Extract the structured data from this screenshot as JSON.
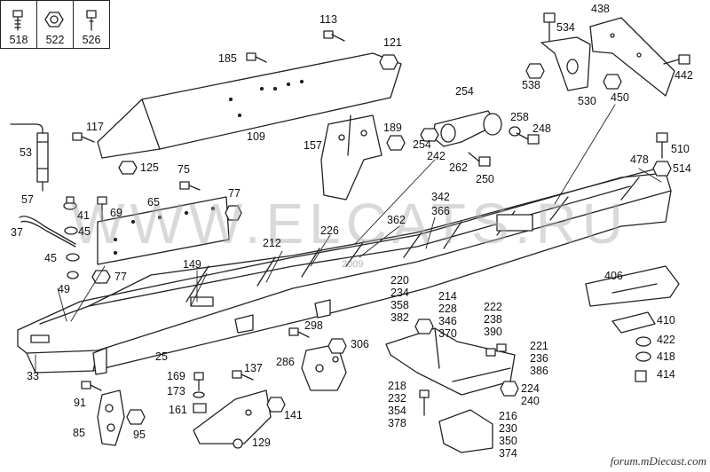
{
  "hardware_legend": [
    {
      "id": "518",
      "icon": "bolt-icon"
    },
    {
      "id": "522",
      "icon": "nut-icon"
    },
    {
      "id": "526",
      "icon": "bolt-icon"
    }
  ],
  "watermark": "WWW.ELCATS.RU",
  "watermark_year": "2009",
  "forum_logo": "forum.mDiecast.com",
  "callouts": {
    "c113": "113",
    "c121": "121",
    "c185": "185",
    "c109": "109",
    "c117": "117",
    "c125": "125",
    "c53": "53",
    "c75": "75",
    "c77a": "77",
    "c65": "65",
    "c69": "69",
    "c57": "57",
    "c41": "41",
    "c37": "37",
    "c45a": "45",
    "c45b": "45",
    "c49": "49",
    "c77b": "77",
    "c149": "149",
    "c212": "212",
    "c226": "226",
    "c362": "362",
    "c342": "342",
    "c366": "366",
    "c189": "189",
    "c157": "157",
    "c254a": "254",
    "c254b": "254",
    "c258": "258",
    "c248": "248",
    "c242": "242",
    "c262": "262",
    "c250": "250",
    "c534": "534",
    "c438": "438",
    "c538": "538",
    "c530": "530",
    "c450": "450",
    "c442": "442",
    "c510": "510",
    "c478": "478",
    "c514": "514",
    "c406": "406",
    "c410": "410",
    "c422": "422",
    "c418": "418",
    "c414": "414",
    "c33": "33",
    "c25": "25",
    "c91": "91",
    "c85": "85",
    "c95": "95",
    "c169": "169",
    "c173": "173",
    "c161": "161",
    "c137": "137",
    "c129": "129",
    "c141": "141",
    "c298": "298",
    "c286": "286",
    "c306": "306",
    "c220": "220",
    "c234": "234",
    "c358": "358",
    "c382": "382",
    "c214": "214",
    "c228": "228",
    "c346": "346",
    "c370": "370",
    "c222": "222",
    "c238": "238",
    "c390": "390",
    "c221": "221",
    "c236": "236",
    "c386": "386",
    "c218": "218",
    "c232": "232",
    "c354": "354",
    "c378": "378",
    "c224": "224",
    "c240": "240",
    "c216": "216",
    "c230": "230",
    "c350": "350",
    "c374": "374"
  }
}
